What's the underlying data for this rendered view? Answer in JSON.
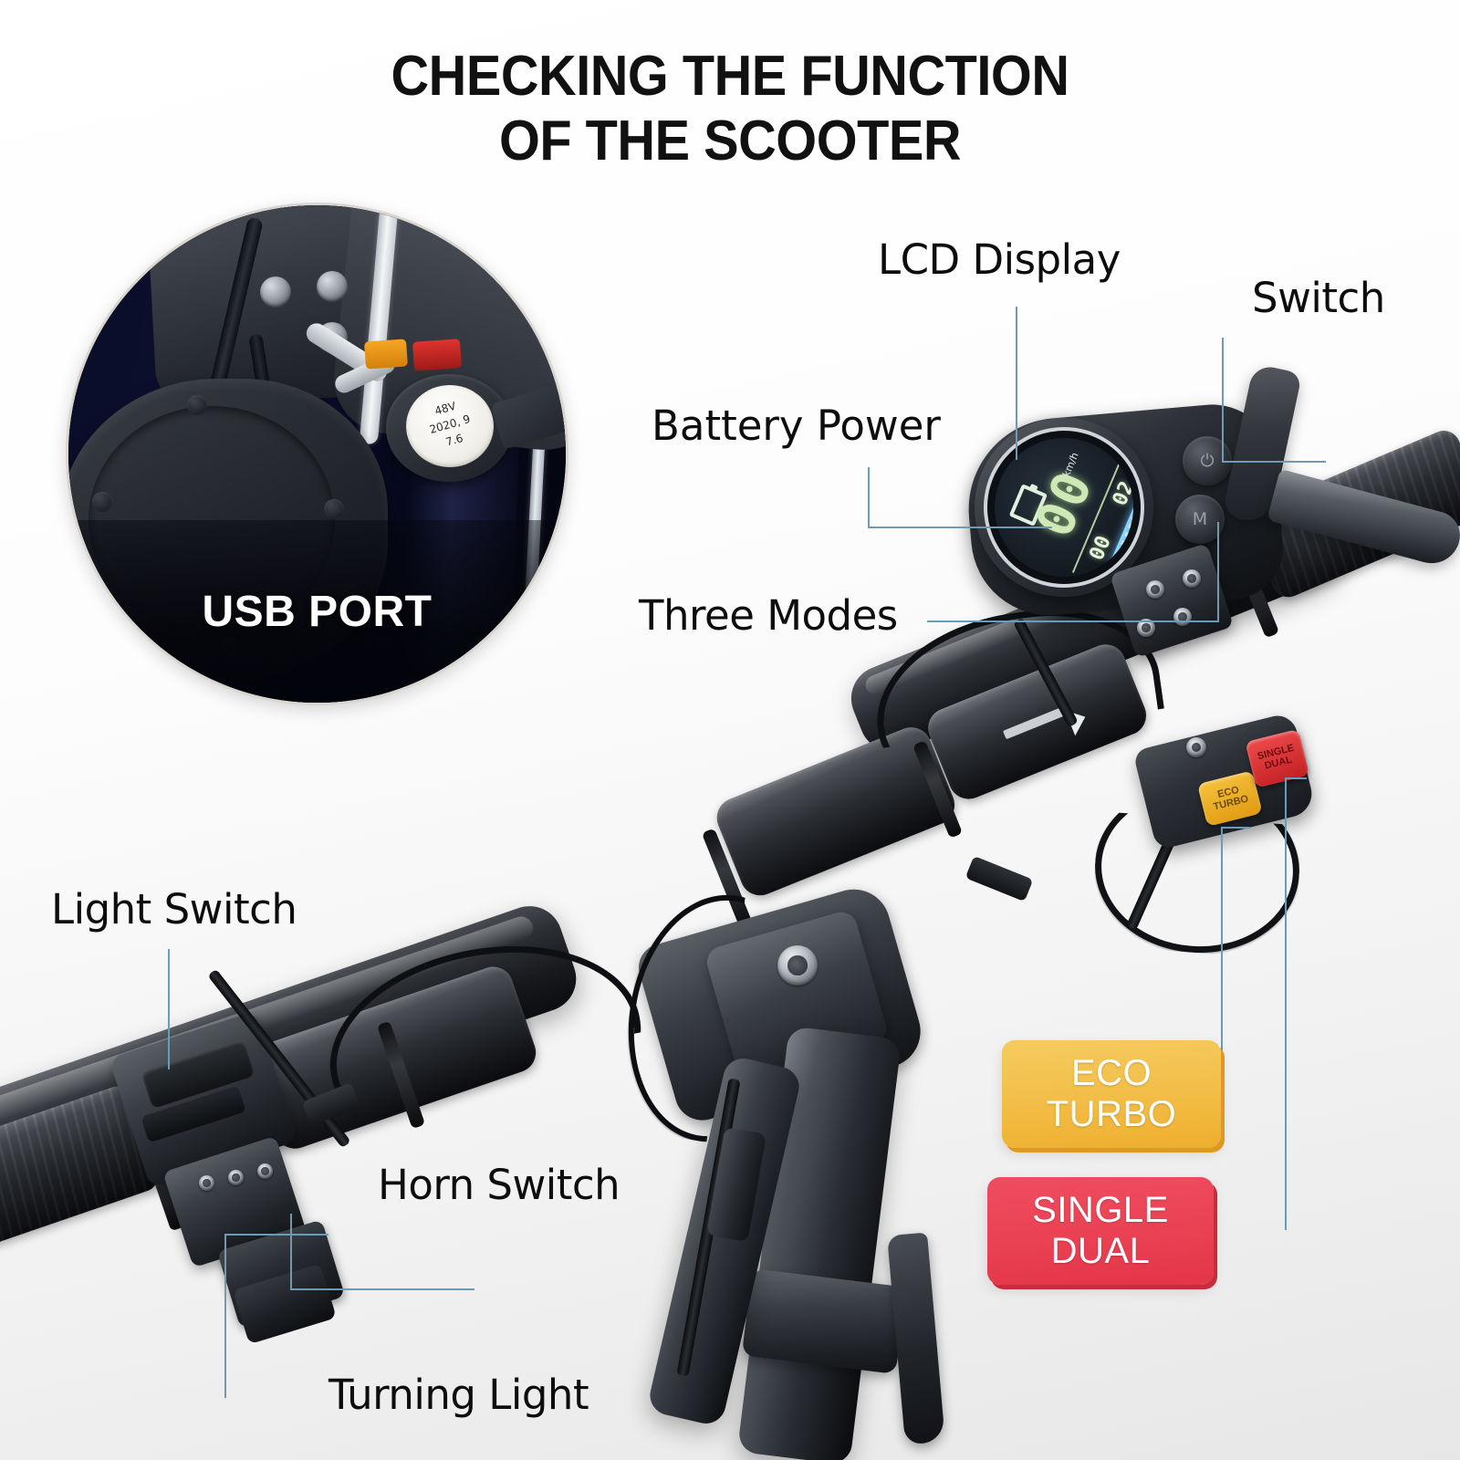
{
  "title": "CHECKING THE FUNCTION\nOF THE SCOOTER",
  "inset": {
    "label": "USB PORT",
    "cap_text": "48V\n2020, 9\n7.6"
  },
  "lcd": {
    "big_value": "00",
    "unit": "km/h",
    "small_left": "00",
    "small_right": "02",
    "battery_icon": "battery-icon",
    "power_button": "⏻",
    "mode_button": "M"
  },
  "pod": {
    "eco_button": "ECO\nTURBO",
    "dual_button": "SINGLE\nDUAL"
  },
  "callouts": {
    "lcd_display": "LCD Display",
    "switch": "Switch",
    "battery_power": "Battery  Power",
    "three_modes": "Three Modes",
    "light_switch": "Light Switch",
    "horn_switch": "Horn Switch",
    "turning_light": "Turning Light"
  },
  "badges": {
    "eco_turbo": "ECO\nTURBO",
    "single_dual": "SINGLE\nDUAL"
  },
  "colors": {
    "leader_line": "#6d9ab4",
    "eco_badge": "#f2bd46",
    "dual_badge": "#ea4153",
    "title_text": "#111111",
    "background_top": "#ffffff",
    "background_bottom": "#e7e7e7"
  }
}
